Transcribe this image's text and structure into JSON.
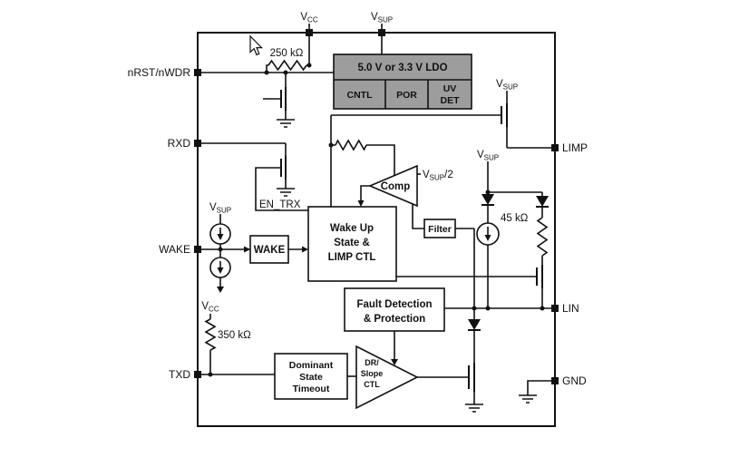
{
  "pins": {
    "nrst": "nRST/nWDR",
    "rxd": "RXD",
    "wake": "WAKE",
    "txd": "TXD",
    "limp": "LIMP",
    "lin": "LIN",
    "gnd": "GND"
  },
  "nets": {
    "vcc": {
      "base": "V",
      "sub": "CC"
    },
    "vsup": {
      "base": "V",
      "sub": "SUP"
    },
    "vsup_half": {
      "base": "V",
      "sub": "SUP",
      "suffix": "/2"
    },
    "en_trx": "EN_TRX"
  },
  "components": {
    "r_pullup_nrst": "250 kΩ",
    "r_pullup_txd": "350 kΩ",
    "r_lin_term": "45 kΩ"
  },
  "blocks": {
    "ldo": "5.0 V or 3.3 V LDO",
    "cntl": "CNTL",
    "por": "POR",
    "uv": "UV",
    "det": "DET",
    "comp": "Comp",
    "filter": "Filter",
    "wake": "WAKE",
    "wakeup_l1": "Wake Up",
    "wakeup_l2": "State &",
    "wakeup_l3": "LIMP CTL",
    "fault_l1": "Fault Detection",
    "fault_l2": "& Protection",
    "dst_l1": "Dominant",
    "dst_l2": "State",
    "dst_l3": "Timeout",
    "slope_l1": "DR/",
    "slope_l2": "Slope",
    "slope_l3": "CTL"
  },
  "colors": {
    "block_fill": "#9d9d9d",
    "line": "#111111",
    "background": "#ffffff"
  }
}
